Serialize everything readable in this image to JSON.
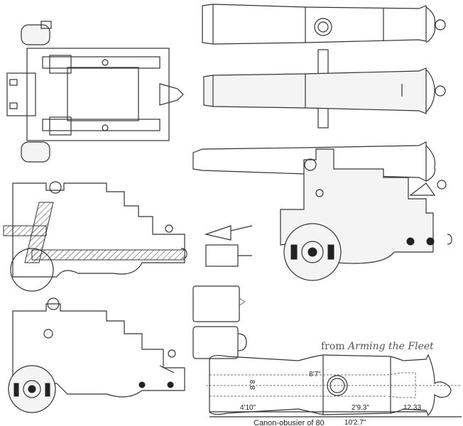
{
  "caption": {
    "prefix": "from ",
    "source": "Arming the Fleet"
  },
  "canon_obusier": {
    "title": "Canon-obusier of 80",
    "dimensions": {
      "chase": "4'10\"",
      "reinforce": "2'9.3\"",
      "breech": "12.33",
      "total": "10'2.7\"",
      "bore_length": "8'7\"",
      "bore_diameter": "8.8"
    }
  }
}
